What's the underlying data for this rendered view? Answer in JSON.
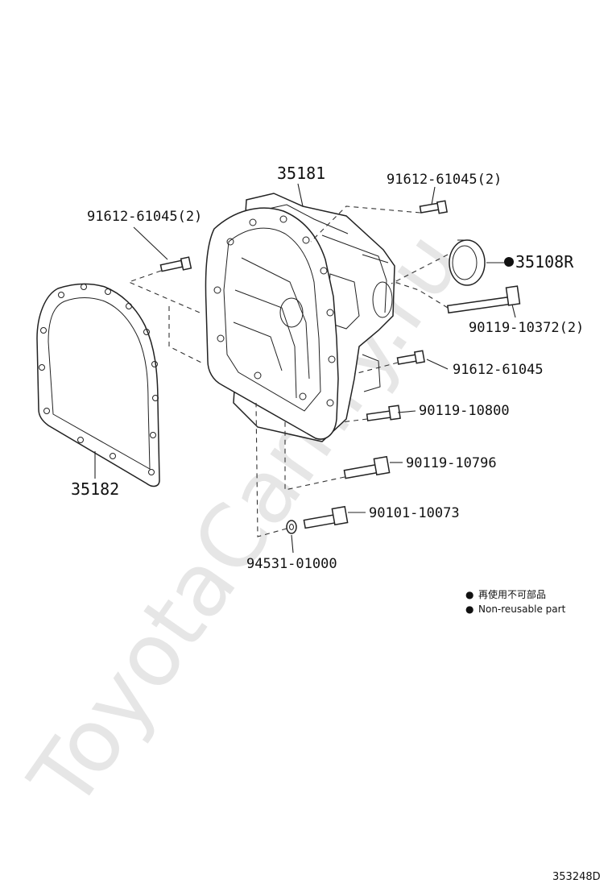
{
  "watermark": "ToyotaCamry.ru",
  "diagram_id": "353248D",
  "parts": {
    "case": "35181",
    "gasket": "35182",
    "oil_seal": "35108R",
    "bolt_top_right": "91612-61045(2)",
    "bolt_top_left": "91612-61045(2)",
    "bolt_long": "90119-10372(2)",
    "bolt_mid": "91612-61045",
    "bolt_10800": "90119-10800",
    "bolt_10796": "90119-10796",
    "bolt_10073": "90101-10073",
    "washer": "94531-01000"
  },
  "legend": {
    "marker": "●",
    "line_jp": "再使用不可部品",
    "line_en": "Non-reusable part"
  }
}
